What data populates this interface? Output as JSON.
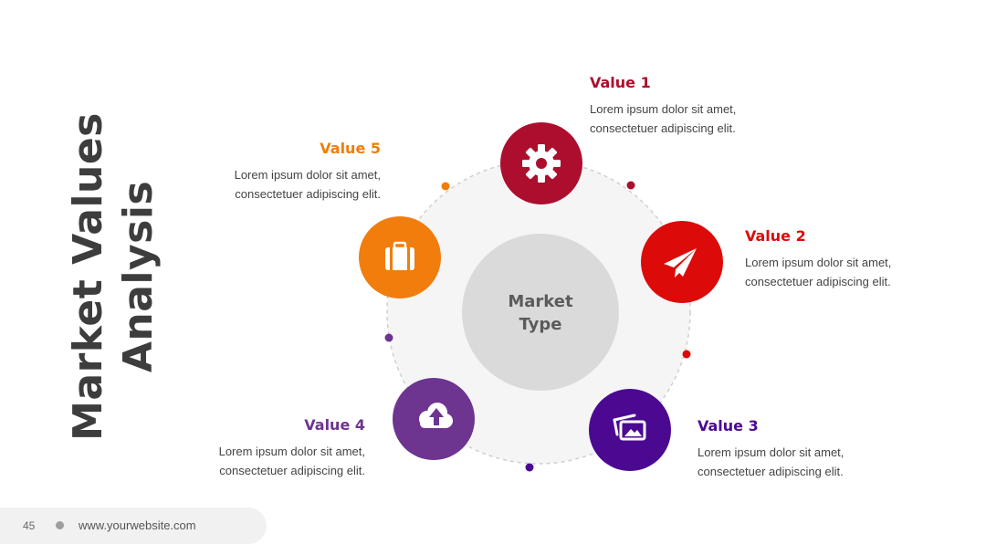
{
  "slide": {
    "title_line_1": "Market Values",
    "title_line_2": "Analysis"
  },
  "center": {
    "line_1": "Market",
    "line_2": "Type"
  },
  "values": [
    {
      "title": "Value 1",
      "line_1": "Lorem ipsum dolor sit amet,",
      "line_2": "consectetuer adipiscing elit.",
      "color": "#ad0e2e",
      "icon": "gear-icon"
    },
    {
      "title": "Value 2",
      "line_1": "Lorem ipsum dolor sit amet,",
      "line_2": "consectetuer adipiscing elit.",
      "color": "#dd0a0a",
      "icon": "paper-plane-icon"
    },
    {
      "title": "Value 3",
      "line_1": "Lorem ipsum dolor sit amet,",
      "line_2": "consectetuer adipiscing elit.",
      "color": "#4b0992",
      "icon": "image-icon"
    },
    {
      "title": "Value 4",
      "line_1": "Lorem ipsum dolor sit amet,",
      "line_2": "consectetuer adipiscing elit.",
      "color": "#6d3490",
      "icon": "cloud-upload-icon"
    },
    {
      "title": "Value 5",
      "line_1": "Lorem ipsum dolor sit amet,",
      "line_2": "consectetuer adipiscing elit.",
      "color": "#f07d0c",
      "icon": "briefcase-icon"
    }
  ],
  "footer": {
    "page_number": "45",
    "website": "www.yourwebsite.com"
  }
}
